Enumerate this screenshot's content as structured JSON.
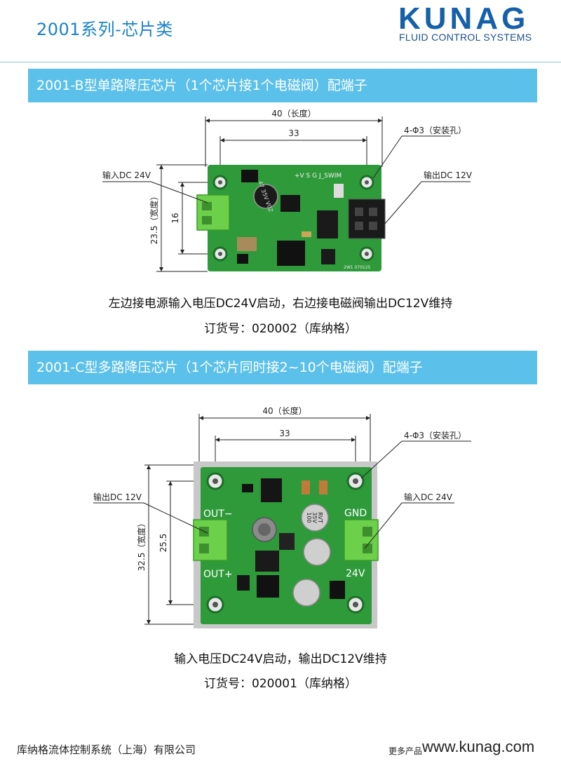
{
  "header": {
    "title": "2001系列-芯片类",
    "logo_word": "KUNAG",
    "logo_sub": "FLUID CONTROL SYSTEMS"
  },
  "section_b": {
    "banner": "2001-B型单路降压芯片（1个芯片接1个电磁阀）配端子",
    "dim_length": "40（长度）",
    "dim_hole_spacing": "33",
    "dim_width": "23.5（宽度）",
    "dim_hole_vertical": "16",
    "label_holes": "4-Φ3（安装孔）",
    "label_input": "输入DC 24V",
    "label_output": "输出DC 12V",
    "board_marks": {
      "cap": "47 35V V0Z",
      "header": "+V S G J_SWIM",
      "serial": "2W1 070125"
    },
    "caption": "左边接电源输入电压DC24V启动，右边接电磁阀输出DC12V维持",
    "order_no": "订货号：020002（库纳格）"
  },
  "section_c": {
    "banner": "2001-C型多路降压芯片（1个芯片同时接2~10个电磁阀）配端子",
    "dim_length": "40（长度）",
    "dim_hole_spacing": "33",
    "dim_width": "32.5（宽度）",
    "dim_hole_vertical": "25.5",
    "label_holes": "4-Φ3（安装孔）",
    "label_output": "输出DC 12V",
    "label_input": "输入DC 24V",
    "board_marks": {
      "out_minus": "OUT−",
      "out_plus": "OUT+",
      "gnd": "GND",
      "v24": "24V",
      "cap_lines": [
        "RVT",
        "35V",
        "100"
      ]
    },
    "caption": "输入电压DC24V启动，输出DC12V维持",
    "order_no": "订货号：020001（库纳格）"
  },
  "footer": {
    "company": "库纳格流体控制系统（上海）有限公司",
    "more": "更多产品",
    "url": "www.kunag.com"
  },
  "colors": {
    "accent_blue": "#1a82c8",
    "banner_blue": "#5bc0ea",
    "pcb_green": "#2e9a3a",
    "terminal_green": "#6cd04a"
  }
}
